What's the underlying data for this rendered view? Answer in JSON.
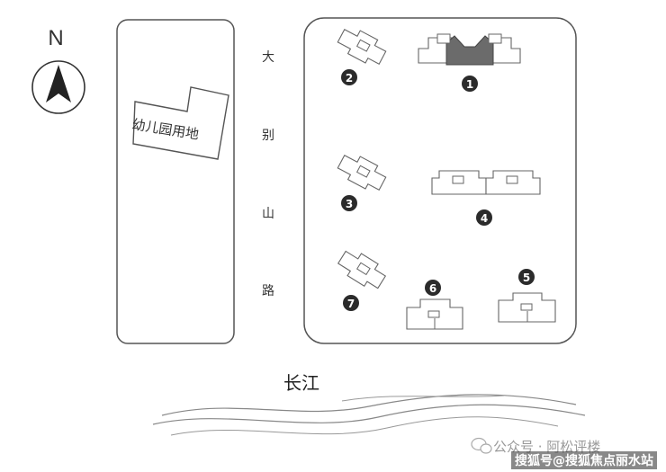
{
  "compass": {
    "letter": "N"
  },
  "kindergarten": {
    "label": "幼儿园用地"
  },
  "road": {
    "chars": [
      "大",
      "别",
      "山",
      "路"
    ]
  },
  "buildings": [
    {
      "number": "1",
      "style": "pair-highlight"
    },
    {
      "number": "2",
      "style": "rotated"
    },
    {
      "number": "3",
      "style": "rotated"
    },
    {
      "number": "4",
      "style": "pair"
    },
    {
      "number": "5",
      "style": "single"
    },
    {
      "number": "6",
      "style": "single"
    },
    {
      "number": "7",
      "style": "rotated"
    }
  ],
  "river": {
    "label": "长江"
  },
  "watermark": {
    "line1": "公众号 · 阿松评楼",
    "line2": "搜狐号@搜狐焦点丽水站"
  },
  "colors": {
    "line": "#555555",
    "marker": "#2b2b2b",
    "highlight": "#6b6b6b",
    "watermark_band": "#282828"
  }
}
